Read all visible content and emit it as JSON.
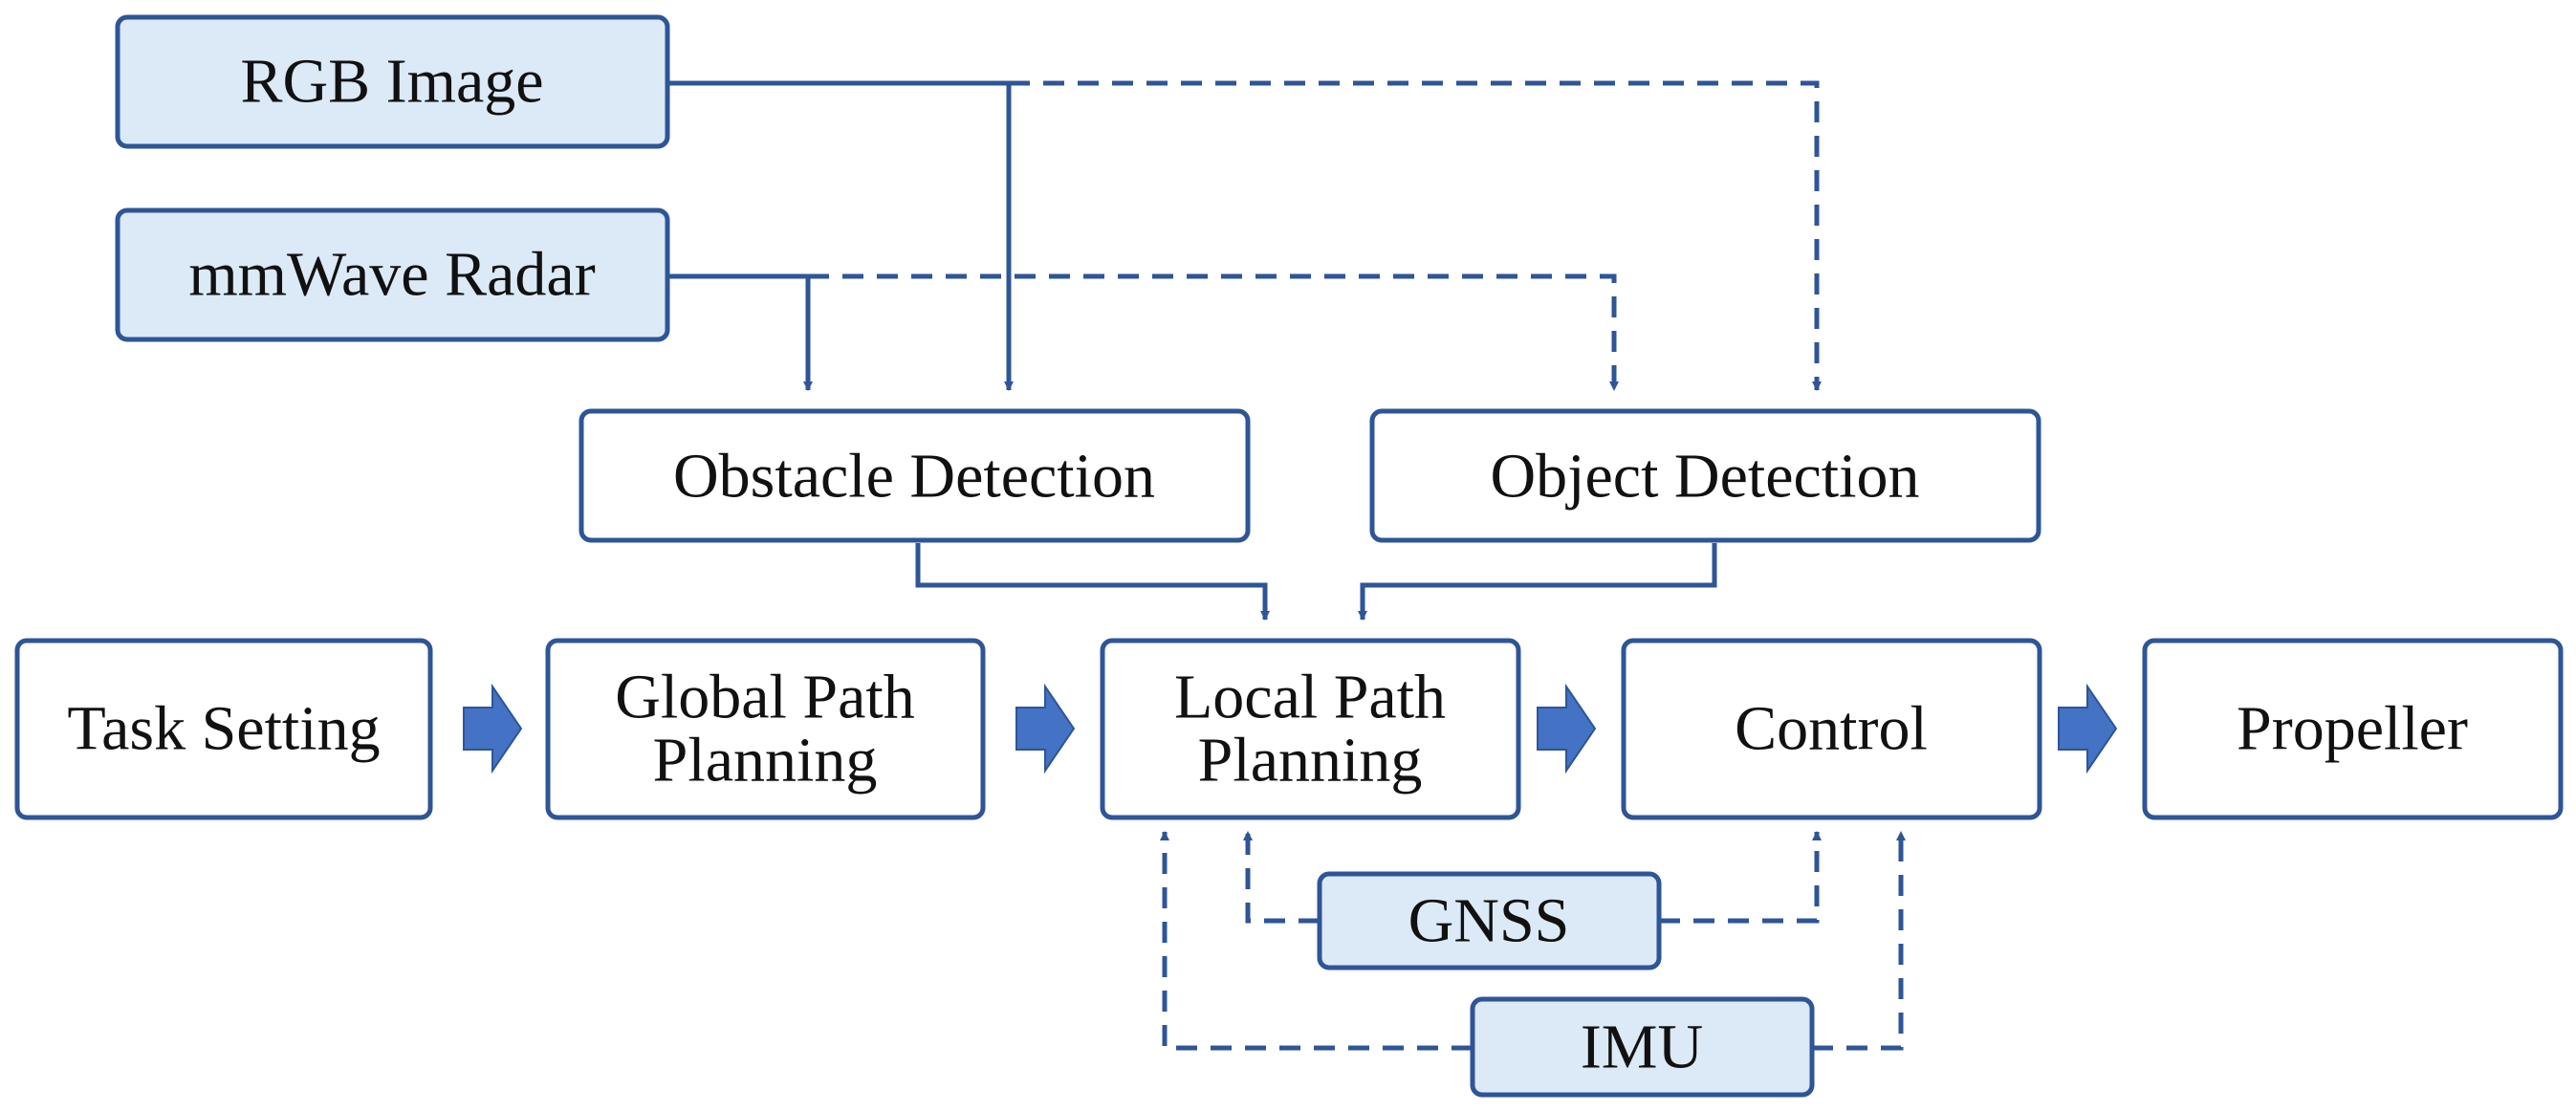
{
  "diagram": {
    "colors": {
      "stroke": "#2E5597",
      "sensor_fill": "#DCE9F6",
      "process_fill": "#FFFFFF",
      "arrow_fill": "#4472C4",
      "text": "#111111"
    },
    "nodes": {
      "rgb_image": {
        "lines": [
          "RGB Image"
        ]
      },
      "mmwave_radar": {
        "lines": [
          "mmWave Radar"
        ]
      },
      "obstacle_detection": {
        "lines": [
          "Obstacle Detection"
        ]
      },
      "object_detection": {
        "lines": [
          "Object Detection"
        ]
      },
      "task_setting": {
        "lines": [
          "Task Setting"
        ]
      },
      "global_path_planning": {
        "lines": [
          "Global Path",
          "Planning"
        ]
      },
      "local_path_planning": {
        "lines": [
          "Local Path",
          "Planning"
        ]
      },
      "control": {
        "lines": [
          "Control"
        ]
      },
      "propeller": {
        "lines": [
          "Propeller"
        ]
      },
      "gnss": {
        "lines": [
          "GNSS"
        ]
      },
      "imu": {
        "lines": [
          "IMU"
        ]
      }
    },
    "connections": [
      {
        "from": "rgb_image",
        "to": "obstacle_detection",
        "style": "solid"
      },
      {
        "from": "mmwave_radar",
        "to": "obstacle_detection",
        "style": "solid"
      },
      {
        "from": "rgb_image",
        "to": "object_detection",
        "style": "dashed"
      },
      {
        "from": "mmwave_radar",
        "to": "object_detection",
        "style": "dashed"
      },
      {
        "from": "obstacle_detection",
        "to": "local_path_planning",
        "style": "solid"
      },
      {
        "from": "object_detection",
        "to": "local_path_planning",
        "style": "solid"
      },
      {
        "from": "task_setting",
        "to": "global_path_planning",
        "style": "block-arrow"
      },
      {
        "from": "global_path_planning",
        "to": "local_path_planning",
        "style": "block-arrow"
      },
      {
        "from": "local_path_planning",
        "to": "control",
        "style": "block-arrow"
      },
      {
        "from": "control",
        "to": "propeller",
        "style": "block-arrow"
      },
      {
        "from": "gnss",
        "to": "local_path_planning",
        "style": "dashed"
      },
      {
        "from": "gnss",
        "to": "control",
        "style": "dashed"
      },
      {
        "from": "imu",
        "to": "local_path_planning",
        "style": "dashed"
      },
      {
        "from": "imu",
        "to": "control",
        "style": "dashed"
      }
    ]
  }
}
